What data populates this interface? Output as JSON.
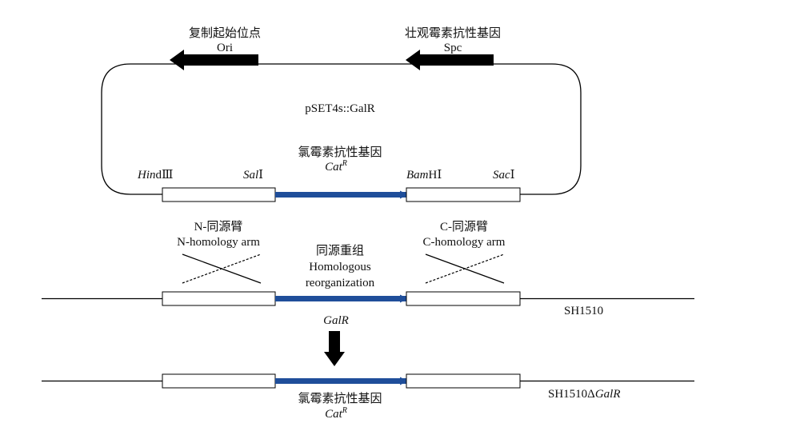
{
  "plasmid": {
    "name": "pSET4s::GalR",
    "ori": {
      "zh": "复制起始位点",
      "en": "Ori"
    },
    "spc": {
      "zh": "壮观霉素抗性基因",
      "en": "Spc"
    },
    "cat": {
      "zh": "氯霉素抗性基因",
      "en_italic": "Cat",
      "sup": "R"
    },
    "sites": {
      "hind_italic": "Hin",
      "hind_rest": "dⅢ",
      "sal_italic": "Sal",
      "sal_rest": "Ⅰ",
      "bam_italic": "Bam",
      "bam_rest": "HⅠ",
      "sac_italic": "Sac",
      "sac_rest": "Ⅰ"
    }
  },
  "recombination": {
    "n_arm_zh": "N-同源臂",
    "n_arm_en": "N-homology arm",
    "c_arm_zh": "C-同源臂",
    "c_arm_en": "C-homology arm",
    "center_zh": "同源重组",
    "center_en_1": "Homologous",
    "center_en_2": "reorganization"
  },
  "wildtype": {
    "strain": "SH1510",
    "gene_italic": "GalR"
  },
  "mutant": {
    "strain_prefix": "SH1510Δ",
    "strain_italic": "GalR",
    "cat_zh": "氯霉素抗性基因",
    "cat_en_italic": "Cat",
    "cat_sup": "R"
  },
  "colors": {
    "blue_gene": "#1f4e9a",
    "black": "#000000"
  }
}
